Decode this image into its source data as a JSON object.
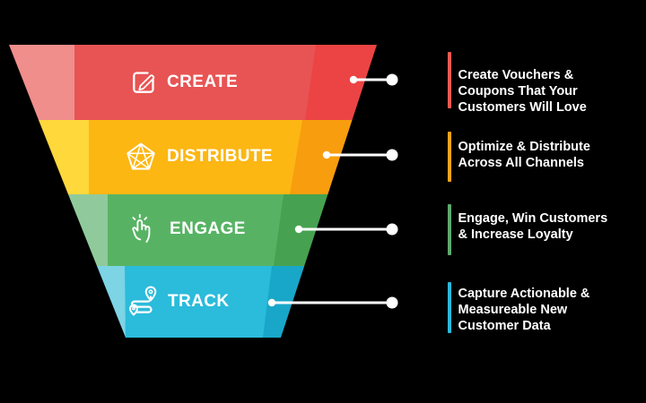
{
  "background": "#000000",
  "connector_color": "#FFFFFF",
  "label_color": "#FFFFFF",
  "stages": [
    {
      "id": "create",
      "label": "CREATE",
      "icon": "edit-pencil-square-icon",
      "desc_lines": [
        "Create Vouchers &",
        "Coupons That Your",
        "Customers Will Love"
      ],
      "colors": {
        "light": "#F08E8C",
        "main": "#E85454",
        "dark": "#EC4444",
        "bar": "#E85B52"
      }
    },
    {
      "id": "distribute",
      "label": "DISTRIBUTE",
      "icon": "pentagon-star-network-icon",
      "desc_lines": [
        "Optimize & Distribute",
        "Across All Channels"
      ],
      "colors": {
        "light": "#FFD83C",
        "main": "#FDB713",
        "dark": "#F89D0E",
        "bar": "#F9A31C"
      }
    },
    {
      "id": "engage",
      "label": "ENGAGE",
      "icon": "tap-hand-gesture-icon",
      "desc_lines": [
        "Engage, Win Customers",
        "& Increase Loyalty"
      ],
      "colors": {
        "light": "#90CA9C",
        "main": "#57B363",
        "dark": "#46A250",
        "bar": "#5FA96D"
      }
    },
    {
      "id": "track",
      "label": "TRACK",
      "icon": "route-map-pins-icon",
      "desc_lines": [
        "Capture Actionable &",
        "Measureable New",
        "Customer Data"
      ],
      "colors": {
        "light": "#7CD4E4",
        "main": "#2BBBDB",
        "dark": "#18A7C8",
        "bar": "#2BB8D8"
      }
    }
  ]
}
